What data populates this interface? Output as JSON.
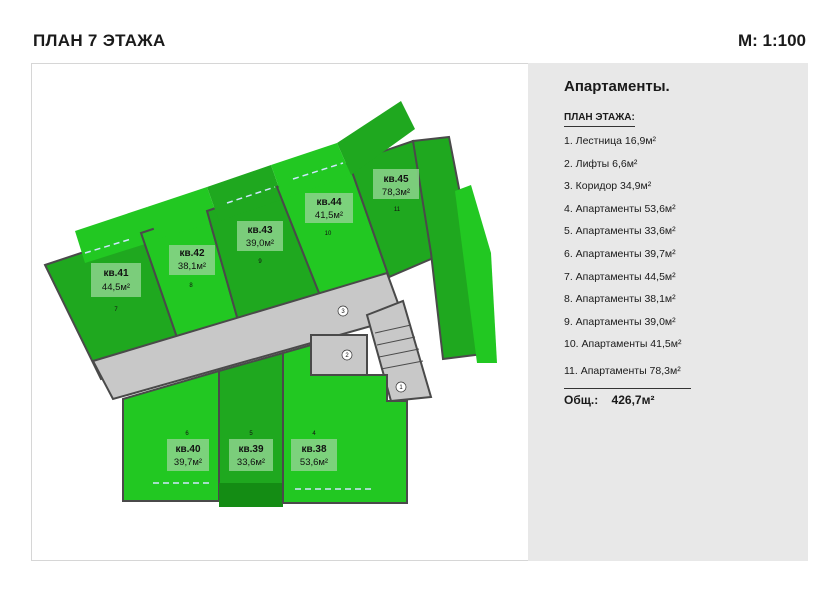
{
  "header": {
    "title": "ПЛАН  7 ЭТАЖА",
    "scale": "М: 1:100"
  },
  "legend": {
    "title": "Апартаменты.",
    "subtitle": "ПЛАН ЭТАЖА:",
    "items": [
      "1.  Лестница  16,9м²",
      "2.  Лифты  6,6м²",
      "3.  Коридор  34,9м²",
      "4.  Апартаменты  53,6м²",
      "5.  Апартаменты  33,6м²",
      "6.  Апартаменты  39,7м²",
      "7.  Апартаменты  44,5м²",
      "8.  Апартаменты  38,1м²",
      "9.  Апартаменты  39,0м²",
      "10.  Апартаменты  41,5м²",
      "11.  Апартаменты  78,3м²"
    ],
    "total_label": "Общ.:",
    "total_value": "426,7м²"
  },
  "plan": {
    "colors": {
      "green": "#1fa81f",
      "green_light": "#22c822",
      "green_dark": "#148c14",
      "corridor": "#c8c8c8",
      "wall": "#4a4a4a"
    },
    "apartments": [
      {
        "name": "кв.41",
        "area": "44,5м²",
        "num": "7"
      },
      {
        "name": "кв.42",
        "area": "38,1м²",
        "num": "8"
      },
      {
        "name": "кв.43",
        "area": "39,0м²",
        "num": "9"
      },
      {
        "name": "кв.44",
        "area": "41,5м²",
        "num": "10"
      },
      {
        "name": "кв.45",
        "area": "78,3м²",
        "num": "11"
      },
      {
        "name": "кв.40",
        "area": "39,7м²",
        "num": "6"
      },
      {
        "name": "кв.39",
        "area": "33,6м²",
        "num": "5"
      },
      {
        "name": "кв.38",
        "area": "53,6м²",
        "num": "4"
      }
    ],
    "rooms": {
      "corridor": "3",
      "lifts": "2",
      "stairs": "1"
    }
  }
}
